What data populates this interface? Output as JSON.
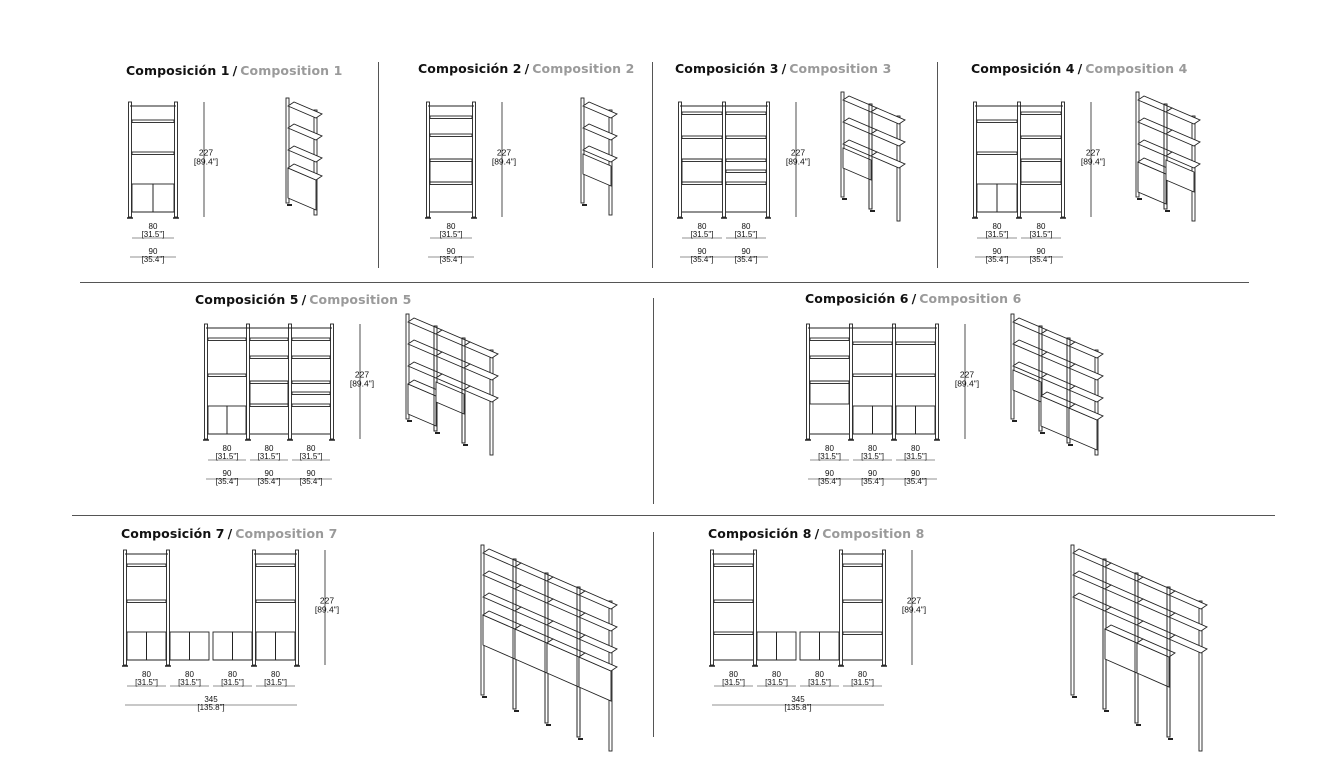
{
  "compositions": [
    {
      "es": "Composición 1",
      "en": "Composition 1",
      "height": "227",
      "height_in": "[89.4\"]",
      "widths": [
        {
          "cm": "80",
          "in": "[31.5\"]"
        }
      ],
      "totals": [
        {
          "cm": "90",
          "in": "[35.4\"]"
        }
      ]
    },
    {
      "es": "Composición 2",
      "en": "Composition 2",
      "height": "227",
      "height_in": "[89.4\"]",
      "widths": [
        {
          "cm": "80",
          "in": "[31.5\"]"
        }
      ],
      "totals": [
        {
          "cm": "90",
          "in": "[35.4\"]"
        }
      ]
    },
    {
      "es": "Composición 3",
      "en": "Composition 3",
      "height": "227",
      "height_in": "[89.4\"]",
      "widths": [
        {
          "cm": "80",
          "in": "[31.5\"]"
        },
        {
          "cm": "80",
          "in": "[31.5\"]"
        }
      ],
      "totals": [
        {
          "cm": "90",
          "in": "[35.4\"]"
        },
        {
          "cm": "90",
          "in": "[35.4\"]"
        }
      ]
    },
    {
      "es": "Composición 4",
      "en": "Composition 4",
      "height": "227",
      "height_in": "[89.4\"]",
      "widths": [
        {
          "cm": "80",
          "in": "[31.5\"]"
        },
        {
          "cm": "80",
          "in": "[31.5\"]"
        }
      ],
      "totals": [
        {
          "cm": "90",
          "in": "[35.4\"]"
        },
        {
          "cm": "90",
          "in": "[35.4\"]"
        }
      ]
    },
    {
      "es": "Composición 5",
      "en": "Composition 5",
      "height": "227",
      "height_in": "[89.4\"]",
      "widths": [
        {
          "cm": "80",
          "in": "[31.5\"]"
        },
        {
          "cm": "80",
          "in": "[31.5\"]"
        },
        {
          "cm": "80",
          "in": "[31.5\"]"
        }
      ],
      "totals": [
        {
          "cm": "90",
          "in": "[35.4\"]"
        },
        {
          "cm": "90",
          "in": "[35.4\"]"
        },
        {
          "cm": "90",
          "in": "[35.4\"]"
        }
      ]
    },
    {
      "es": "Composición 6",
      "en": "Composition 6",
      "height": "227",
      "height_in": "[89.4\"]",
      "widths": [
        {
          "cm": "80",
          "in": "[31.5\"]"
        },
        {
          "cm": "80",
          "in": "[31.5\"]"
        },
        {
          "cm": "80",
          "in": "[31.5\"]"
        }
      ],
      "totals": [
        {
          "cm": "90",
          "in": "[35.4\"]"
        },
        {
          "cm": "90",
          "in": "[35.4\"]"
        },
        {
          "cm": "90",
          "in": "[35.4\"]"
        }
      ]
    },
    {
      "es": "Composición 7",
      "en": "Composition 7",
      "height": "227",
      "height_in": "[89.4\"]",
      "widths": [
        {
          "cm": "80",
          "in": "[31.5\"]"
        },
        {
          "cm": "80",
          "in": "[31.5\"]"
        },
        {
          "cm": "80",
          "in": "[31.5\"]"
        },
        {
          "cm": "80",
          "in": "[31.5\"]"
        }
      ],
      "totals": [
        {
          "cm": "345",
          "in": "[135.8\"]"
        }
      ]
    },
    {
      "es": "Composición 8",
      "en": "Composition 8",
      "height": "227",
      "height_in": "[89.4\"]",
      "widths": [
        {
          "cm": "80",
          "in": "[31.5\"]"
        },
        {
          "cm": "80",
          "in": "[31.5\"]"
        },
        {
          "cm": "80",
          "in": "[31.5\"]"
        },
        {
          "cm": "80",
          "in": "[31.5\"]"
        }
      ],
      "totals": [
        {
          "cm": "345",
          "in": "[135.8\"]"
        }
      ]
    }
  ],
  "title_separator": "/",
  "colors": {
    "line": "#222222",
    "subtitle": "#9a9a9a",
    "divider": "#555555"
  }
}
